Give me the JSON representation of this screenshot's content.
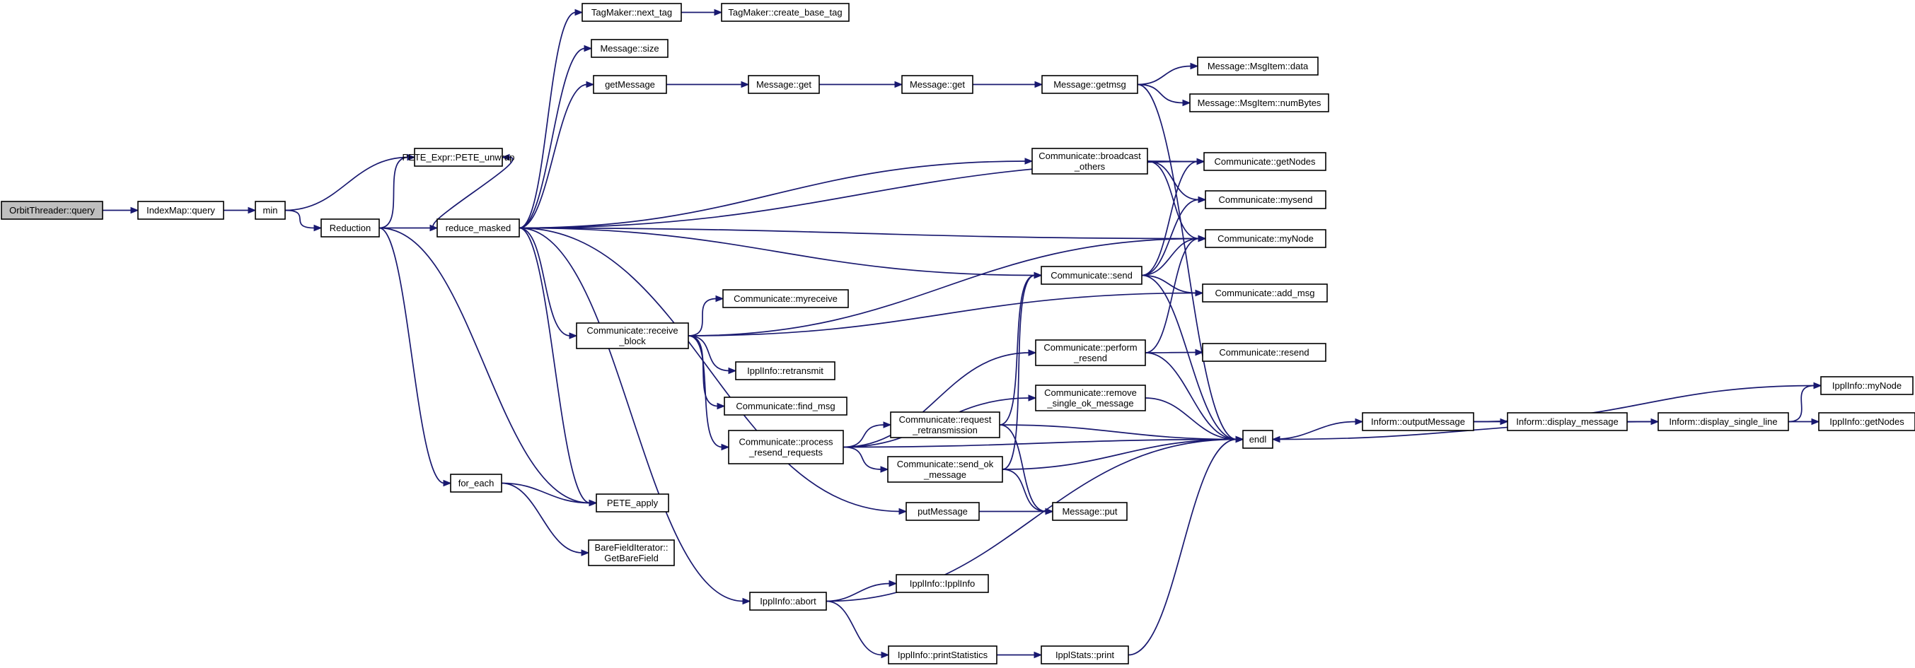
{
  "colors": {
    "edge": "#191970",
    "node_fill": "#ffffff",
    "root_fill": "#bfbfbf",
    "node_border": "#000000"
  },
  "nodes": [
    {
      "id": "orbit",
      "lines": [
        "OrbitThreader::query"
      ],
      "root": true
    },
    {
      "id": "imq",
      "lines": [
        "IndexMap::query"
      ]
    },
    {
      "id": "min",
      "lines": [
        "min"
      ]
    },
    {
      "id": "pete_unwrap",
      "lines": [
        "PETE_Expr::PETE_unwrap"
      ]
    },
    {
      "id": "reduction",
      "lines": [
        "Reduction"
      ]
    },
    {
      "id": "reduce_masked",
      "lines": [
        "reduce_masked"
      ]
    },
    {
      "id": "for_each",
      "lines": [
        "for_each"
      ]
    },
    {
      "id": "pete_apply",
      "lines": [
        "PETE_apply"
      ]
    },
    {
      "id": "bfi",
      "lines": [
        "BareFieldIterator::",
        "GetBareField"
      ]
    },
    {
      "id": "next_tag",
      "lines": [
        "TagMaker::next_tag"
      ]
    },
    {
      "id": "create_base_tag",
      "lines": [
        "TagMaker::create_base_tag"
      ]
    },
    {
      "id": "msg_size",
      "lines": [
        "Message::size"
      ]
    },
    {
      "id": "getMessage",
      "lines": [
        "getMessage"
      ]
    },
    {
      "id": "msg_get1",
      "lines": [
        "Message::get"
      ]
    },
    {
      "id": "msg_get2",
      "lines": [
        "Message::get"
      ]
    },
    {
      "id": "getmsg",
      "lines": [
        "Message::getmsg"
      ]
    },
    {
      "id": "msgitem_data",
      "lines": [
        "Message::MsgItem::data"
      ]
    },
    {
      "id": "msgitem_numbytes",
      "lines": [
        "Message::MsgItem::numBytes"
      ]
    },
    {
      "id": "broadcast",
      "lines": [
        "Communicate::broadcast",
        "_others"
      ]
    },
    {
      "id": "getNodes",
      "lines": [
        "Communicate::getNodes"
      ]
    },
    {
      "id": "mysend",
      "lines": [
        "Communicate::mysend"
      ]
    },
    {
      "id": "myNode",
      "lines": [
        "Communicate::myNode"
      ]
    },
    {
      "id": "comm_send",
      "lines": [
        "Communicate::send"
      ]
    },
    {
      "id": "add_msg",
      "lines": [
        "Communicate::add_msg"
      ]
    },
    {
      "id": "receive_block",
      "lines": [
        "Communicate::receive",
        "_block"
      ]
    },
    {
      "id": "myreceive",
      "lines": [
        "Communicate::myreceive"
      ]
    },
    {
      "id": "retransmit",
      "lines": [
        "IpplInfo::retransmit"
      ]
    },
    {
      "id": "find_msg",
      "lines": [
        "Communicate::find_msg"
      ]
    },
    {
      "id": "process_resend",
      "lines": [
        "Communicate::process",
        "_resend_requests"
      ]
    },
    {
      "id": "perform_resend",
      "lines": [
        "Communicate::perform",
        "_resend"
      ]
    },
    {
      "id": "resend",
      "lines": [
        "Communicate::resend"
      ]
    },
    {
      "id": "remove_ok",
      "lines": [
        "Communicate::remove",
        "_single_ok_message"
      ]
    },
    {
      "id": "request_retrans",
      "lines": [
        "Communicate::request",
        "_retransmission"
      ]
    },
    {
      "id": "send_ok",
      "lines": [
        "Communicate::send_ok",
        "_message"
      ]
    },
    {
      "id": "putMessage",
      "lines": [
        "putMessage"
      ]
    },
    {
      "id": "msg_put",
      "lines": [
        "Message::put"
      ]
    },
    {
      "id": "endl",
      "lines": [
        "endl"
      ]
    },
    {
      "id": "outputMessage",
      "lines": [
        "Inform::outputMessage"
      ]
    },
    {
      "id": "display_message",
      "lines": [
        "Inform::display_message"
      ]
    },
    {
      "id": "display_single_line",
      "lines": [
        "Inform::display_single_line"
      ]
    },
    {
      "id": "ippl_myNode",
      "lines": [
        "IpplInfo::myNode"
      ]
    },
    {
      "id": "ippl_getNodes",
      "lines": [
        "IpplInfo::getNodes"
      ]
    },
    {
      "id": "abort",
      "lines": [
        "IpplInfo::abort"
      ]
    },
    {
      "id": "ipplinfo_ctor",
      "lines": [
        "IpplInfo::IpplInfo"
      ]
    },
    {
      "id": "printStatistics",
      "lines": [
        "IpplInfo::printStatistics"
      ]
    },
    {
      "id": "stats_print",
      "lines": [
        "IpplStats::print"
      ]
    }
  ],
  "edges": [
    [
      "orbit",
      "imq"
    ],
    [
      "imq",
      "min"
    ],
    [
      "min",
      "pete_unwrap"
    ],
    [
      "min",
      "reduction"
    ],
    [
      "reduction",
      "pete_unwrap"
    ],
    [
      "reduction",
      "reduce_masked"
    ],
    [
      "reduction",
      "for_each"
    ],
    [
      "reduction",
      "pete_apply"
    ],
    [
      "for_each",
      "pete_apply"
    ],
    [
      "for_each",
      "bfi"
    ],
    [
      "reduce_masked",
      "next_tag"
    ],
    [
      "reduce_masked",
      "msg_size"
    ],
    [
      "reduce_masked",
      "getMessage"
    ],
    [
      "reduce_masked",
      "pete_unwrap"
    ],
    [
      "reduce_masked",
      "getNodes"
    ],
    [
      "reduce_masked",
      "broadcast"
    ],
    [
      "reduce_masked",
      "myNode"
    ],
    [
      "reduce_masked",
      "comm_send"
    ],
    [
      "reduce_masked",
      "receive_block"
    ],
    [
      "reduce_masked",
      "pete_apply"
    ],
    [
      "reduce_masked",
      "putMessage"
    ],
    [
      "reduce_masked",
      "abort"
    ],
    [
      "next_tag",
      "create_base_tag"
    ],
    [
      "getMessage",
      "msg_get1"
    ],
    [
      "msg_get1",
      "msg_get2"
    ],
    [
      "msg_get2",
      "getmsg"
    ],
    [
      "getmsg",
      "msgitem_data"
    ],
    [
      "getmsg",
      "msgitem_numbytes"
    ],
    [
      "getmsg",
      "endl"
    ],
    [
      "broadcast",
      "getNodes"
    ],
    [
      "broadcast",
      "mysend"
    ],
    [
      "broadcast",
      "myNode"
    ],
    [
      "comm_send",
      "getNodes"
    ],
    [
      "comm_send",
      "mysend"
    ],
    [
      "comm_send",
      "myNode"
    ],
    [
      "comm_send",
      "add_msg"
    ],
    [
      "comm_send",
      "endl"
    ],
    [
      "receive_block",
      "myNode"
    ],
    [
      "receive_block",
      "myreceive"
    ],
    [
      "receive_block",
      "add_msg"
    ],
    [
      "receive_block",
      "retransmit"
    ],
    [
      "receive_block",
      "find_msg"
    ],
    [
      "receive_block",
      "process_resend"
    ],
    [
      "process_resend",
      "perform_resend"
    ],
    [
      "process_resend",
      "remove_ok"
    ],
    [
      "process_resend",
      "request_retrans"
    ],
    [
      "process_resend",
      "send_ok"
    ],
    [
      "process_resend",
      "endl"
    ],
    [
      "perform_resend",
      "myNode"
    ],
    [
      "perform_resend",
      "resend"
    ],
    [
      "perform_resend",
      "endl"
    ],
    [
      "remove_ok",
      "endl"
    ],
    [
      "request_retrans",
      "comm_send"
    ],
    [
      "request_retrans",
      "endl"
    ],
    [
      "request_retrans",
      "msg_put"
    ],
    [
      "send_ok",
      "comm_send"
    ],
    [
      "send_ok",
      "endl"
    ],
    [
      "send_ok",
      "msg_put"
    ],
    [
      "putMessage",
      "msg_put"
    ],
    [
      "endl",
      "outputMessage"
    ],
    [
      "outputMessage",
      "display_message"
    ],
    [
      "outputMessage",
      "ippl_myNode"
    ],
    [
      "display_message",
      "display_single_line"
    ],
    [
      "display_single_line",
      "ippl_myNode"
    ],
    [
      "display_single_line",
      "ippl_getNodes"
    ],
    [
      "display_single_line",
      "endl"
    ],
    [
      "abort",
      "ipplinfo_ctor"
    ],
    [
      "abort",
      "printStatistics"
    ],
    [
      "abort",
      "endl"
    ],
    [
      "printStatistics",
      "stats_print"
    ],
    [
      "stats_print",
      "endl"
    ]
  ]
}
